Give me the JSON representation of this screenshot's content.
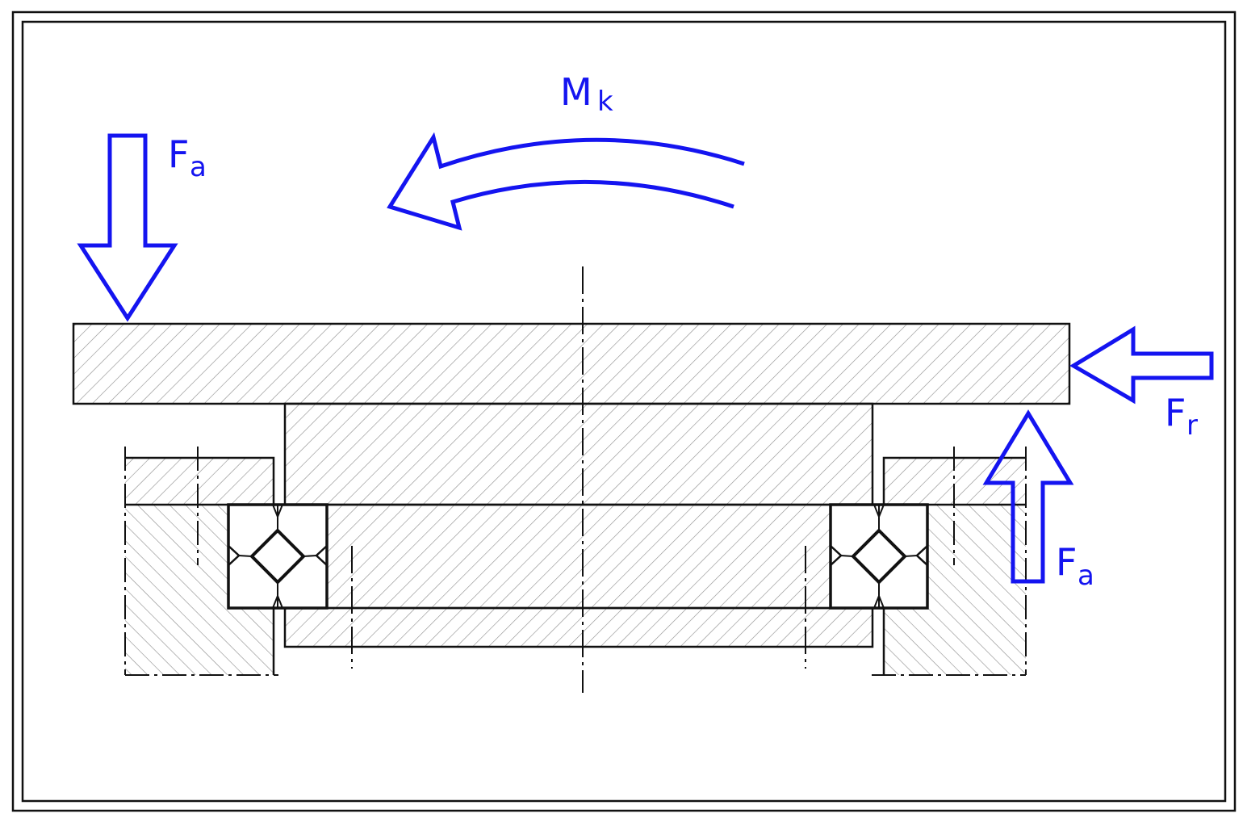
{
  "colors": {
    "force": "#1414f0",
    "line": "#111111",
    "hatch": "#8a8a8a",
    "background": "#ffffff"
  },
  "labels": {
    "moment": {
      "main": "M",
      "sub": "k"
    },
    "axial_force_top": {
      "main": "F",
      "sub": "a"
    },
    "axial_force_bottom": {
      "main": "F",
      "sub": "a"
    },
    "radial_force": {
      "main": "F",
      "sub": "r"
    }
  }
}
